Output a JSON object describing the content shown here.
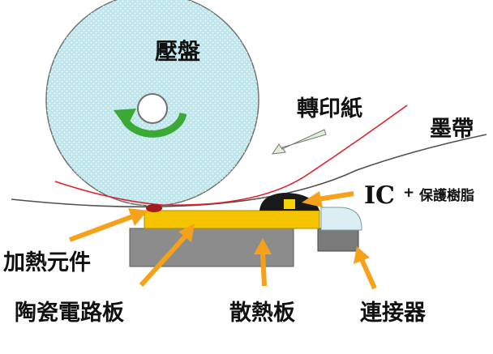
{
  "labels": {
    "platen": "壓盤",
    "transfer_paper": "轉印紙",
    "ink_ribbon": "墨帶",
    "ic": "IC",
    "ic_plus": "+",
    "protective_resin": "保護樹脂",
    "heating_element": "加熱元件",
    "ceramic_board": "陶瓷電路板",
    "heat_sink": "散熱板",
    "connector": "連接器"
  },
  "colors": {
    "platen_fill": "#bfe6ec",
    "platen_stroke": "#707070",
    "rotation_arrow": "#3aaa35",
    "paper_line": "#e0202a",
    "ribbon_line": "#505050",
    "board": "#f5c400",
    "heat_sink": "#8c8c8c",
    "connector": "#7a7a7a",
    "resin": "#1a1a1a",
    "pointer_arrow": "#f5a21a",
    "feed_arrow": "#dff0d8"
  },
  "icons": {
    "rotation": "clockwise-rotation-arrow",
    "feed": "feed-direction-arrow"
  }
}
